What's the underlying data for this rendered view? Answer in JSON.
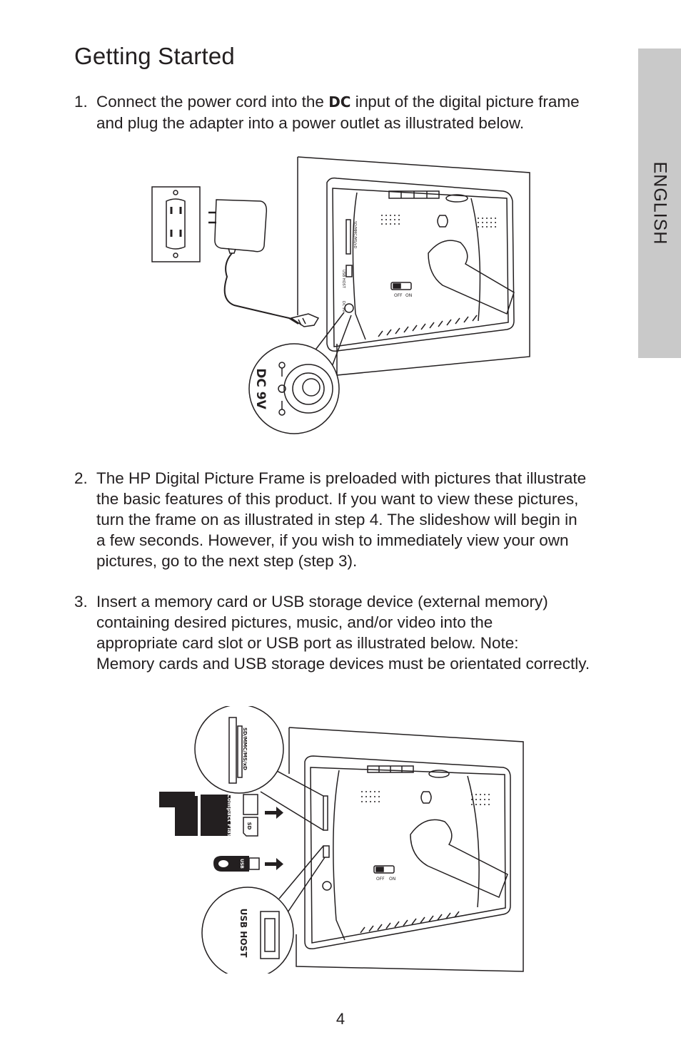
{
  "page": {
    "title": "Getting Started",
    "side_tab": "ENGLISH",
    "page_number": "4"
  },
  "steps": [
    {
      "number": "1.",
      "lines": [
        {
          "before": "Connect the power cord into the ",
          "bold": "DC",
          "after": " input of the digital picture frame"
        },
        {
          "text": "and plug the adapter into a power outlet as illustrated below."
        }
      ]
    },
    {
      "number": "2.",
      "lines": [
        "The HP Digital Picture Frame is preloaded with pictures that illustrate",
        "the basic features of this product.  If you want to view these pictures,",
        "turn the frame on as illustrated in step 4.  The slideshow will begin in",
        "a few seconds.  However, if you wish to immediately view your own",
        "pictures, go to the next step (step 3)."
      ]
    },
    {
      "number": "3.",
      "lines": [
        "Insert a memory card or USB storage device (external memory)",
        "containing desired pictures, music, and/or video into the",
        "appropriate card slot or USB port as illustrated below.  Note:",
        "Memory cards and USB storage devices must be orientated correctly."
      ]
    }
  ],
  "figure1": {
    "callout_label": "DC 9V",
    "switch_off": "OFF",
    "switch_on": "ON",
    "port_labels": [
      "USB HOST",
      "DC 9V",
      "SD/MMC/MS/xD"
    ]
  },
  "figure2": {
    "callout_card_label": "SD/MMC/MS/xD",
    "callout_usb_label": "USB HOST",
    "card_compact_flash": "Compact Flash",
    "card_sd": "SD",
    "usb_stick": "USB",
    "switch_off": "OFF",
    "switch_on": "ON"
  }
}
